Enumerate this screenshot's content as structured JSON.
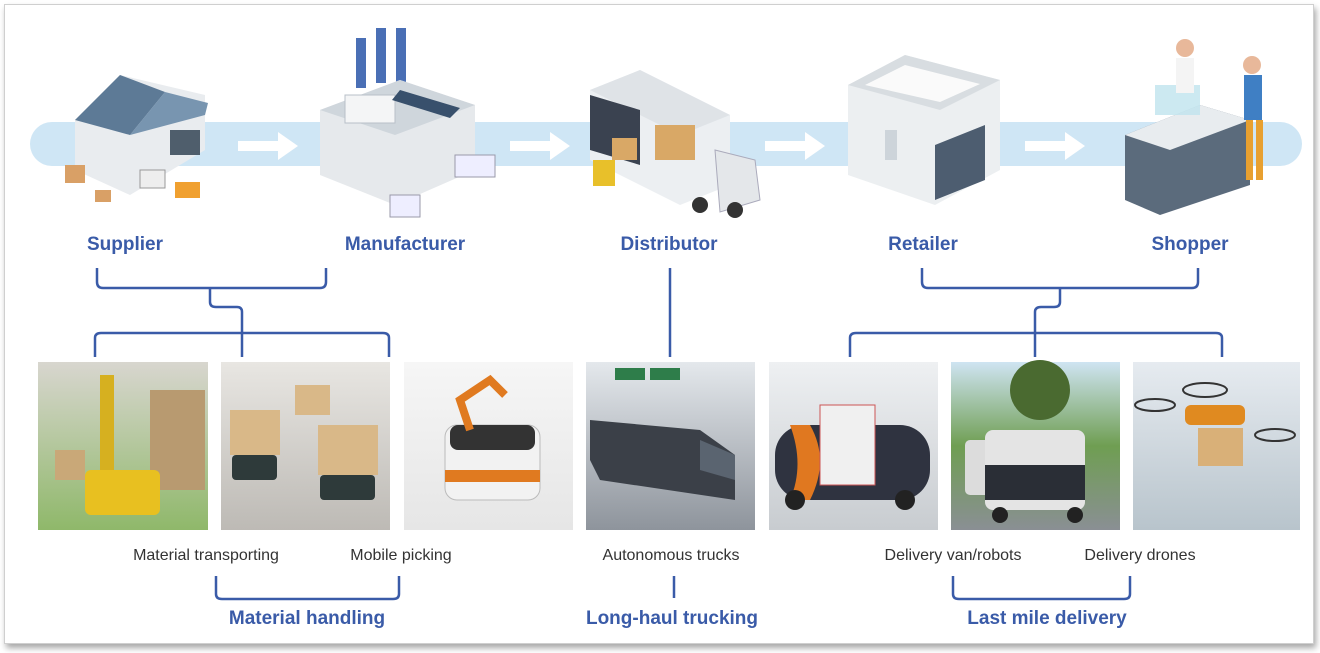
{
  "stages": [
    {
      "label": "Supplier",
      "icon": "warehouse-icon"
    },
    {
      "label": "Manufacturer",
      "icon": "factory-icon"
    },
    {
      "label": "Distributor",
      "icon": "truck-icon"
    },
    {
      "label": "Retailer",
      "icon": "store-icon"
    },
    {
      "label": "Shopper",
      "icon": "checkout-counter-icon"
    }
  ],
  "applications": [
    {
      "caption": "Material transporting",
      "photo": "forklift-robot-photo"
    },
    {
      "caption": "",
      "photo": "mobile-robots-photo"
    },
    {
      "caption": "Mobile picking",
      "photo": "robot-arm-photo"
    },
    {
      "caption": "Autonomous trucks",
      "photo": "autonomous-truck-photo"
    },
    {
      "caption": "Delivery van/robots",
      "photo": "delivery-van-photo"
    },
    {
      "caption": "",
      "photo": "delivery-robots-photo"
    },
    {
      "caption": "Delivery drones",
      "photo": "delivery-drone-photo"
    }
  ],
  "groups": [
    {
      "label": "Material handling"
    },
    {
      "label": "Long-haul trucking"
    },
    {
      "label": "Last mile delivery"
    }
  ],
  "colors": {
    "accent": "#3a5ba8",
    "band": "#cfe6f5"
  }
}
